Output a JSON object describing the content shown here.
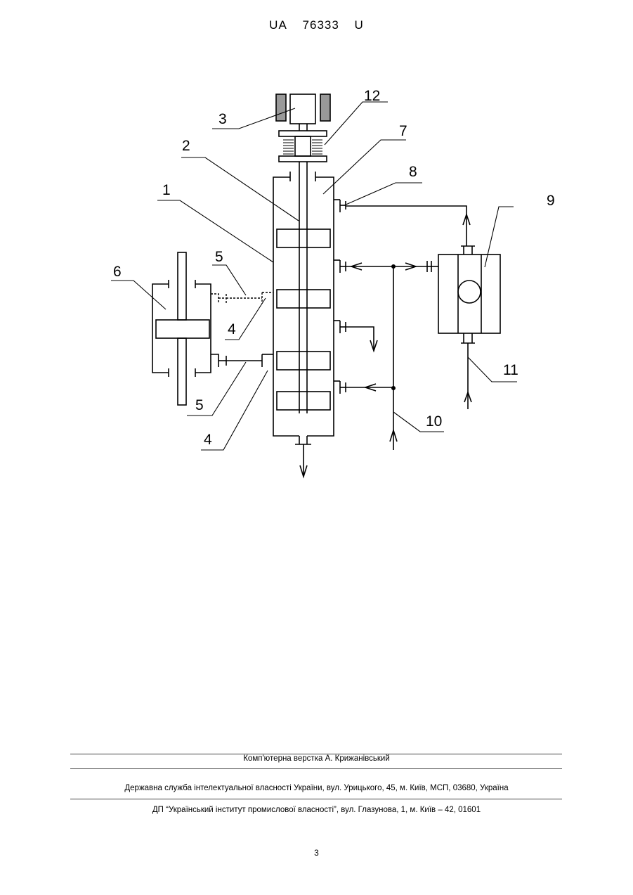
{
  "header": {
    "prefix": "UA",
    "number": "76333",
    "suffix": "U"
  },
  "figure": {
    "labels": {
      "l1": "1",
      "l2": "2",
      "l3": "3",
      "l4a": "4",
      "l4b": "4",
      "l5a": "5",
      "l5b": "5",
      "l6": "6",
      "l7": "7",
      "l8": "8",
      "l9": "9",
      "l10": "10",
      "l11": "11",
      "l12": "12"
    }
  },
  "footer": {
    "typesetting": "Комп'ютерна верстка А. Крижанівський",
    "agency": "Державна служба інтелектуальної власності України, вул. Урицького, 45, м. Київ, МСП, 03680, Україна",
    "institute": "ДП “Український інститут промислової власності”, вул. Глазунова, 1, м. Київ – 42, 01601"
  },
  "page_number": "3"
}
